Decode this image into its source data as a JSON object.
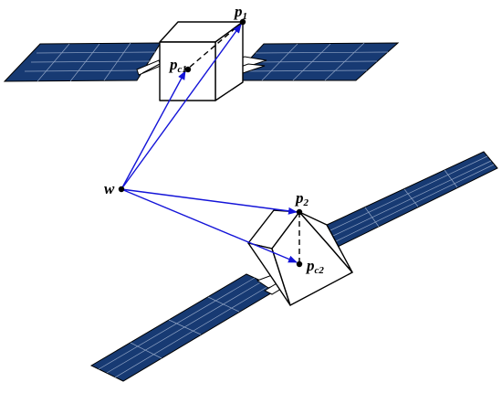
{
  "labels": {
    "w": "w",
    "p1_main": "p",
    "p1_sub": "1",
    "pc1_main": "p",
    "pc1_sub": "c1",
    "p2_main": "p",
    "p2_sub": "2",
    "pc2_main": "p",
    "pc2_sub": "c2"
  },
  "colors": {
    "vector": "#1414d8",
    "panel": "#173a73",
    "grid": "#8fa3c4",
    "outline": "#000000",
    "body": "#ffffff"
  }
}
